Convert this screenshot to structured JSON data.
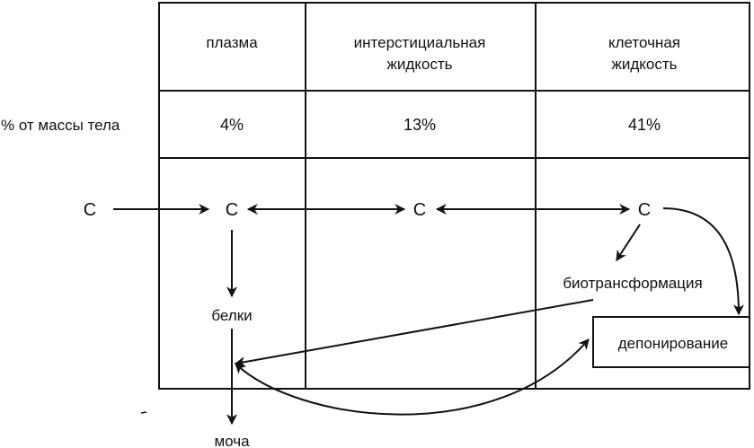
{
  "columns": [
    {
      "header_line1": "плазма",
      "header_line2": "",
      "percent": "4%",
      "symbol": "С"
    },
    {
      "header_line1": "интерстициальная",
      "header_line2": "жидкость",
      "percent": "13%",
      "symbol": "С"
    },
    {
      "header_line1": "клеточная",
      "header_line2": "жидкость",
      "percent": "41%",
      "symbol": "С"
    }
  ],
  "row_label": "% от массы тела",
  "source_symbol": "С",
  "labels": {
    "proteins": "белки",
    "urine": "моча",
    "biotransformation": "биотрансформация",
    "depot": "депонирование"
  },
  "colors": {
    "line": "#111111",
    "background": "#ffffff"
  }
}
